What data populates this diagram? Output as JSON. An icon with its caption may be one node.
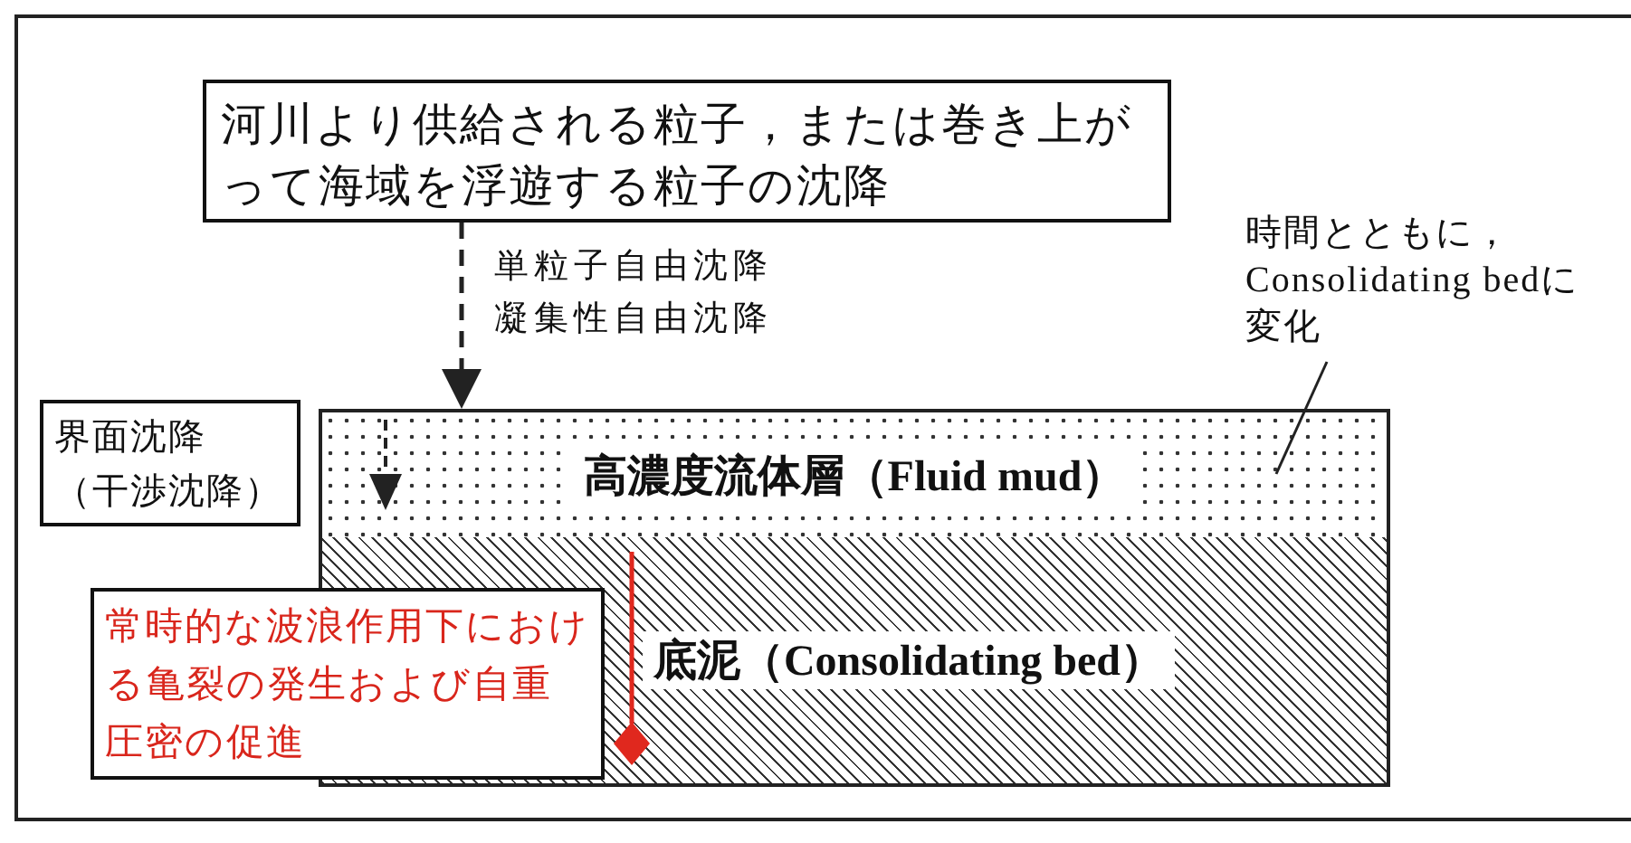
{
  "diagram": {
    "nodes": [
      {
        "text": [
          "河川より供給される粒子，または巻き上がって海域を浮遊する粒子の沈降"
        ]
      },
      {
        "text": [
          "高濃度流体層（Fluid mud）"
        ]
      },
      {
        "text": [
          "底泥（Consolidating bed）"
        ]
      },
      {
        "text": [
          "界面沈降（干渉沈降）"
        ]
      },
      {
        "text": [
          "常時的な波浪作用下における亀裂の発生および自重圧密の促進"
        ]
      },
      {
        "text": [
          "時間とともに，Consolidating bedに変化"
        ]
      }
    ],
    "edges": [
      {
        "from": 0,
        "to": 1,
        "arrow": "to",
        "style": "dashed",
        "label": "単粒子自由沈降凝集性自由沈降"
      },
      {
        "from": 5,
        "to": 1,
        "arrow": "none"
      }
    ]
  }
}
